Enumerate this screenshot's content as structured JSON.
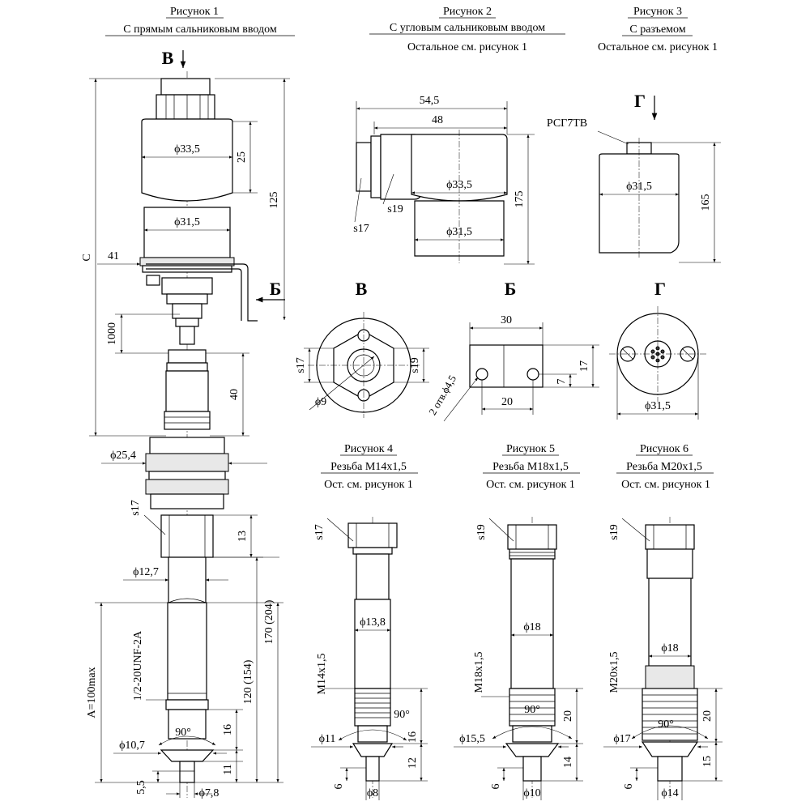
{
  "figures": {
    "fig1": {
      "title": "Рисунок 1",
      "subtitle": "С прямым сальниковым вводом"
    },
    "fig2": {
      "title": "Рисунок 2",
      "subtitle": "С угловым сальниковым вводом",
      "note": "Остальное см. рисунок 1"
    },
    "fig3": {
      "title": "Рисунок 3",
      "subtitle": "С разъемом",
      "note": "Остальное см. рисунок 1"
    },
    "fig4": {
      "title": "Рисунок 4",
      "thread": "Резьба М14х1,5",
      "note": "Ост. см. рисунок 1"
    },
    "fig5": {
      "title": "Рисунок 5",
      "thread": "Резьба М18х1,5",
      "note": "Ост. см. рисунок 1"
    },
    "fig6": {
      "title": "Рисунок 6",
      "thread": "Резьба М20х1,5",
      "note": "Ост. см. рисунок 1"
    }
  },
  "views": {
    "v": "В",
    "b": "Б",
    "g": "Г"
  },
  "dims1": {
    "d335": "ϕ33,5",
    "d25": "25",
    "d125": "125",
    "d315": "ϕ31,5",
    "c": "C",
    "d41": "41",
    "d1000": "1000",
    "d40": "40",
    "d254": "ϕ25,4",
    "s17": "s17",
    "d13": "13",
    "d127": "ϕ12,7",
    "a100": "A=100max",
    "unf": "1/2-20UNF-2A",
    "d170": "170 (204)",
    "d120": "120 (154)",
    "ang": "90°",
    "d16": "16",
    "d107": "ϕ10,7",
    "d11": "11",
    "d55": "5,5",
    "d78": "ϕ7,8"
  },
  "dims2": {
    "d545": "54,5",
    "d48": "48",
    "d335": "ϕ33,5",
    "d175": "175",
    "s19": "s19",
    "s17": "s17",
    "d315": "ϕ31,5"
  },
  "dims3": {
    "conn": "РСГ7ТВ",
    "d315": "ϕ31,5",
    "d165": "165"
  },
  "viewV": {
    "s17": "s17",
    "s19": "s19",
    "d9": "ϕ9"
  },
  "viewB": {
    "d30": "30",
    "d17": "17",
    "d7": "7",
    "d20": "20",
    "holes": "2 отв.ϕ4,5"
  },
  "viewG": {
    "d315": "ϕ31,5"
  },
  "dims4": {
    "s17": "s17",
    "d138": "ϕ13,8",
    "m": "М14х1,5",
    "ang": "90°",
    "d16": "16",
    "d11": "ϕ11",
    "d12": "12",
    "d6": "6",
    "d8": "ϕ8"
  },
  "dims5": {
    "s19": "s19",
    "d18": "ϕ18",
    "m": "М18х1,5",
    "ang": "90°",
    "d20": "20",
    "d155": "ϕ15,5",
    "d14": "14",
    "d6": "6",
    "d10": "ϕ10"
  },
  "dims6": {
    "s19": "s19",
    "d18": "ϕ18",
    "m": "М20х1,5",
    "ang": "90°",
    "d20": "20",
    "d17": "ϕ17",
    "d15": "15",
    "d6": "6",
    "d14": "ϕ14"
  }
}
